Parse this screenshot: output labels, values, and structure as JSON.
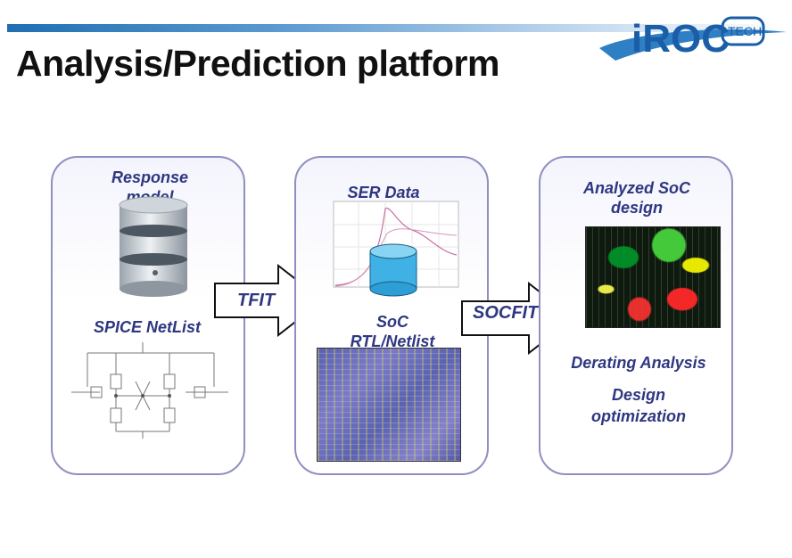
{
  "title": "Analysis/Prediction platform",
  "logo": {
    "brand": "iROC",
    "suffix": "TECH"
  },
  "colors": {
    "label": "#2e3780",
    "panel_border": "#8f8fc0",
    "arrow_fill": "#ffffff"
  },
  "panels": [
    {
      "top_label": "Response model",
      "bottom_label": "SPICE NetList"
    },
    {
      "top_label": "SER Data",
      "bottom_label_1": "SoC",
      "bottom_label_2": "RTL/Netlist"
    },
    {
      "top_label_1": "Analyzed SoC",
      "top_label_2": "design",
      "text_1": "Derating Analysis",
      "text_2_1": "Design",
      "text_2_2": "optimization"
    }
  ],
  "arrows": [
    {
      "label": "TFIT"
    },
    {
      "label": "SOCFIT"
    }
  ]
}
